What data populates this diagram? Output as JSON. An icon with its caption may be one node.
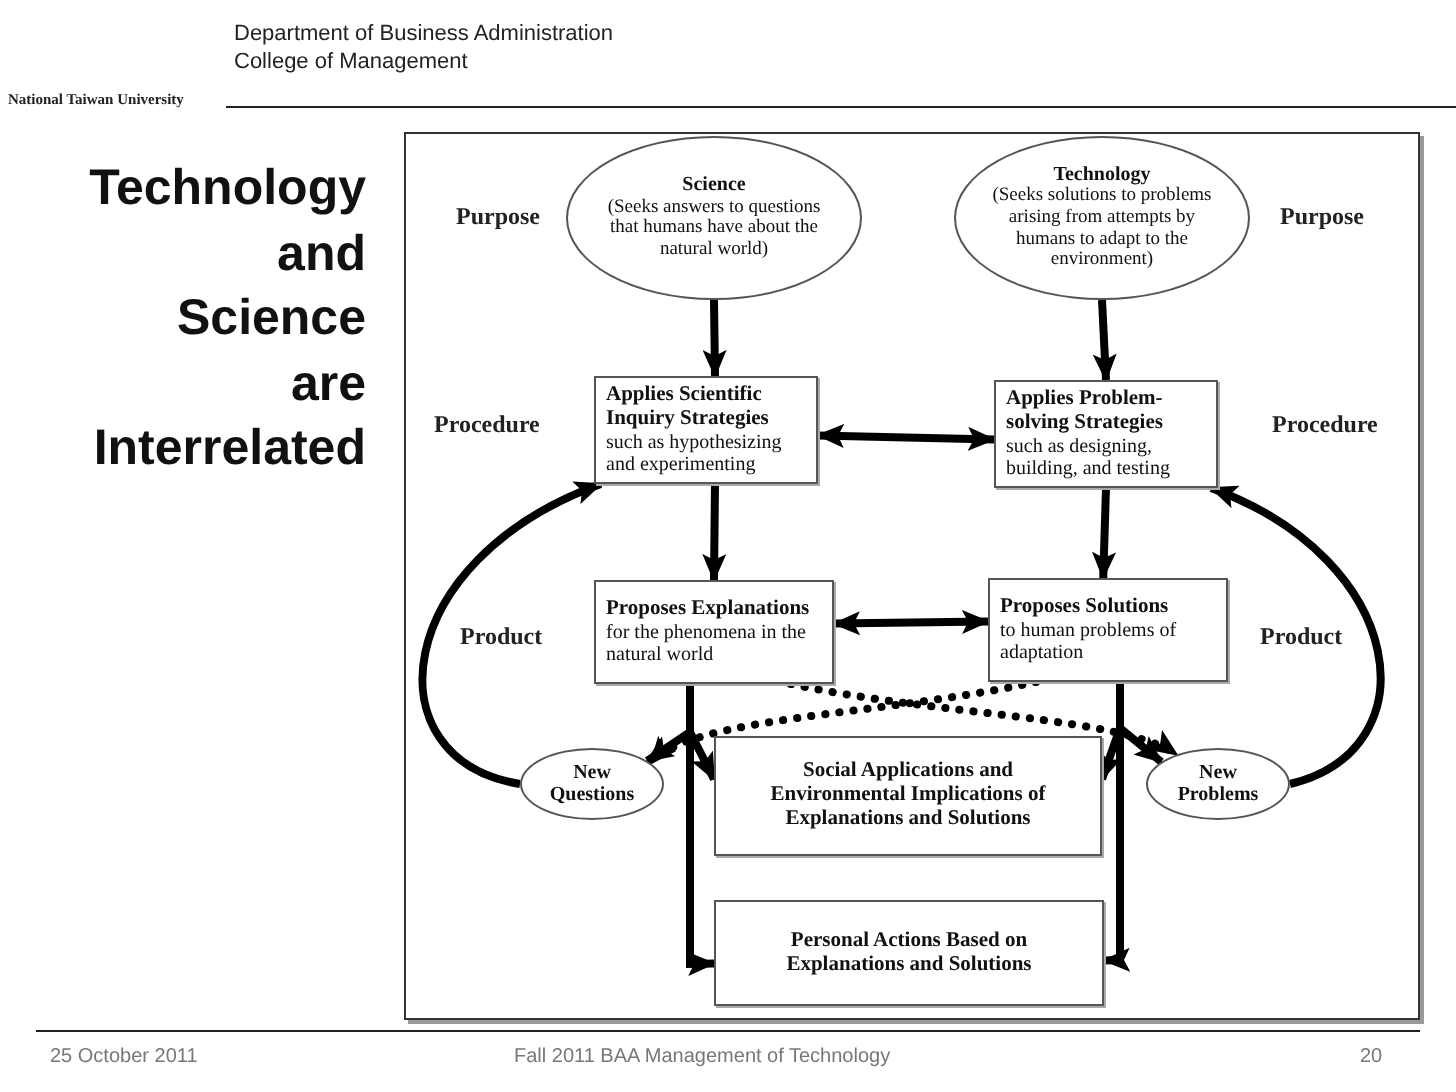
{
  "diagram": {
    "title": "Technology and Science are Interrelated",
    "nodes": [
      {
        "text": [
          "Science",
          "(Seeks answers to questions that humans have about the natural world)"
        ]
      },
      {
        "text": [
          "Technology",
          "(Seeks solutions to problems arising from attempts by humans to adapt to the environment)"
        ]
      },
      {
        "text": [
          "Applies Scientific Inquiry Strategies",
          "such as hypothesizing and experimenting"
        ]
      },
      {
        "text": [
          "Applies Problem-solving Strategies",
          "such as designing, building, and testing"
        ]
      },
      {
        "text": [
          "Proposes Explanations",
          "for the phenomena in the natural world"
        ]
      },
      {
        "text": [
          "Proposes Solutions",
          "to human problems of adaptation"
        ]
      },
      {
        "text": [
          "New Questions"
        ]
      },
      {
        "text": [
          "Social Applications and Environmental Implications of Explanations and Solutions"
        ]
      },
      {
        "text": [
          "New Problems"
        ]
      },
      {
        "text": [
          "Personal Actions Based on Explanations and Solutions"
        ]
      }
    ],
    "edges": [
      {
        "from": 0,
        "to": 2,
        "arrow": "to"
      },
      {
        "from": 1,
        "to": 3,
        "arrow": "to"
      },
      {
        "from": 2,
        "to": 3,
        "arrow": "both"
      },
      {
        "from": 2,
        "to": 4,
        "arrow": "to"
      },
      {
        "from": 3,
        "to": 5,
        "arrow": "to"
      },
      {
        "from": 4,
        "to": 5,
        "arrow": "both"
      },
      {
        "from": 6,
        "to": 2,
        "arrow": "to"
      },
      {
        "from": 8,
        "to": 3,
        "arrow": "to"
      },
      {
        "from": 4,
        "to": 6,
        "arrow": "to"
      },
      {
        "from": 4,
        "to": 7,
        "arrow": "to"
      },
      {
        "from": 4,
        "to": 9,
        "arrow": "to"
      },
      {
        "from": 5,
        "to": 7,
        "arrow": "to"
      },
      {
        "from": 5,
        "to": 8,
        "arrow": "to"
      },
      {
        "from": 5,
        "to": 9,
        "arrow": "to"
      },
      {
        "from": 4,
        "to": 8,
        "arrow": "to",
        "style": "dashed"
      },
      {
        "from": 5,
        "to": 6,
        "arrow": "to",
        "style": "dashed"
      }
    ],
    "labels": [
      "National Taiwan University",
      "Department of Business Administration",
      "College of Management",
      "Purpose",
      "Purpose",
      "Procedure",
      "Procedure",
      "Product",
      "Product",
      "25 October 2011",
      "Fall 2011 BAA Management of Technology",
      "20"
    ]
  }
}
